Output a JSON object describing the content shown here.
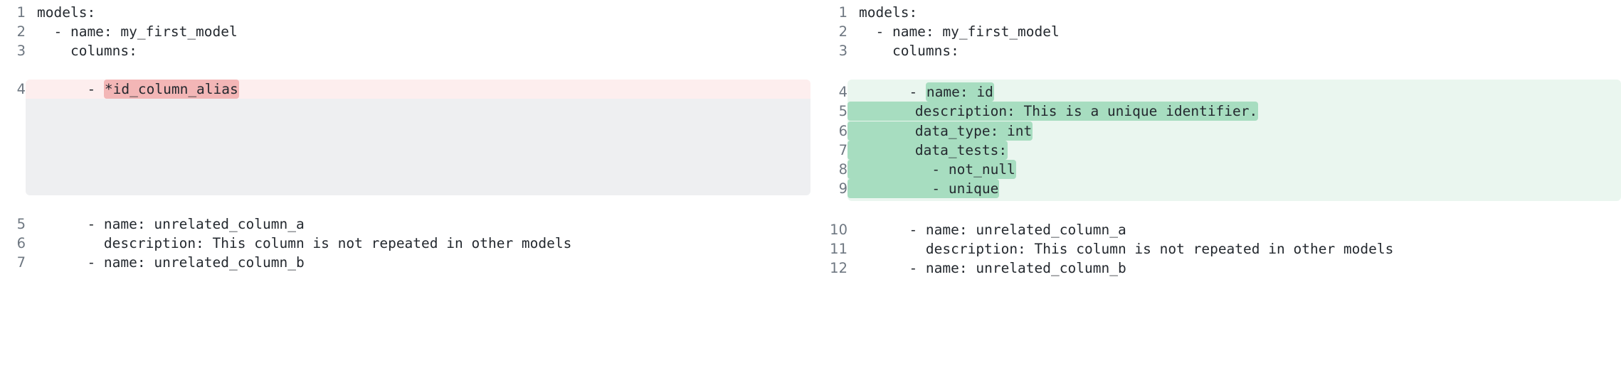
{
  "view": {
    "type": "side-by-side-diff",
    "colors": {
      "deleted_row_bg": "#fdeeee",
      "deleted_word_bg": "#f3b6b6",
      "added_row_bg": "#eaf6ef",
      "added_word_bg": "#a7ddc0",
      "filler_bg": "#eeeff1",
      "line_number": "#6e7781",
      "code_text": "#24292f",
      "page_bg": "#ffffff"
    }
  },
  "left_pane": {
    "name": "before",
    "lines": [
      {
        "number": "1",
        "prefix": "",
        "text": "models:",
        "highlight": "none"
      },
      {
        "number": "2",
        "prefix": "",
        "text": "  - name: my_first_model",
        "highlight": "none"
      },
      {
        "number": "3",
        "prefix": "",
        "text": "    columns:",
        "highlight": "none"
      },
      {
        "number": "4",
        "prefix": "      - ",
        "text": "*id_column_alias",
        "highlight": "deleted"
      },
      {
        "number": "5",
        "prefix": "",
        "text": "      - name: unrelated_column_a",
        "highlight": "none"
      },
      {
        "number": "6",
        "prefix": "",
        "text": "        description: This column is not repeated in other models",
        "highlight": "none"
      },
      {
        "number": "7",
        "prefix": "",
        "text": "      - name: unrelated_column_b",
        "highlight": "none"
      }
    ],
    "filler_rows": 5
  },
  "right_pane": {
    "name": "after",
    "lines": [
      {
        "number": "1",
        "prefix": "",
        "text": "models:",
        "highlight": "none"
      },
      {
        "number": "2",
        "prefix": "",
        "text": "  - name: my_first_model",
        "highlight": "none"
      },
      {
        "number": "3",
        "prefix": "",
        "text": "    columns:",
        "highlight": "none"
      },
      {
        "number": "4",
        "prefix": "      - ",
        "text": "name: id",
        "highlight": "added-word"
      },
      {
        "number": "5",
        "prefix": "",
        "text": "        description: This is a unique identifier.",
        "highlight": "added-full"
      },
      {
        "number": "6",
        "prefix": "",
        "text": "        data_type: int",
        "highlight": "added-full"
      },
      {
        "number": "7",
        "prefix": "",
        "text": "        data_tests:",
        "highlight": "added-full"
      },
      {
        "number": "8",
        "prefix": "",
        "text": "          - not_null",
        "highlight": "added-full"
      },
      {
        "number": "9",
        "prefix": "",
        "text": "          - unique",
        "highlight": "added-full"
      },
      {
        "number": "10",
        "prefix": "",
        "text": "      - name: unrelated_column_a",
        "highlight": "none"
      },
      {
        "number": "11",
        "prefix": "",
        "text": "        description: This column is not repeated in other models",
        "highlight": "none"
      },
      {
        "number": "12",
        "prefix": "",
        "text": "      - name: unrelated_column_b",
        "highlight": "none"
      }
    ]
  }
}
